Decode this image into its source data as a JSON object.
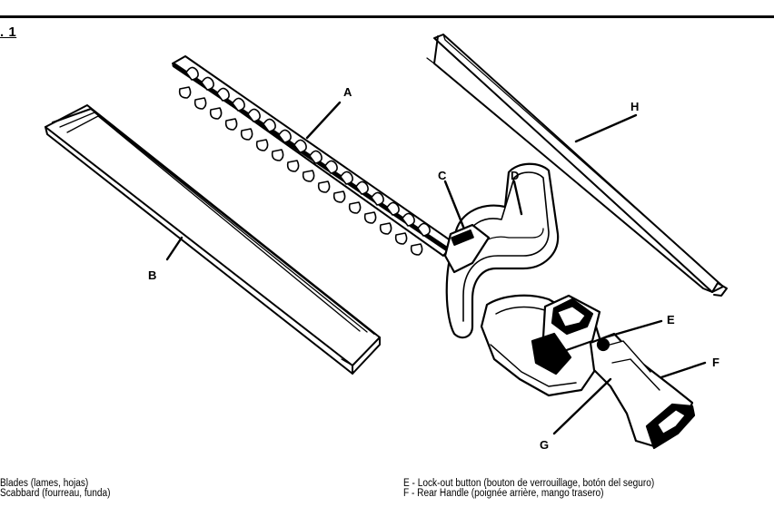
{
  "figure": {
    "title": ". 1"
  },
  "callouts": {
    "a": "A",
    "b": "B",
    "c": "C",
    "d": "D",
    "e": "E",
    "f": "F",
    "g": "G",
    "h": "H"
  },
  "legend": {
    "left": [
      "Blades (lames, hojas)",
      "Scabbard (fourreau, funda)"
    ],
    "right": [
      "E - Lock-out button (bouton de verrouillage, botón del seguro)",
      "F - Rear Handle (poignée arrière, mango trasero)"
    ]
  }
}
